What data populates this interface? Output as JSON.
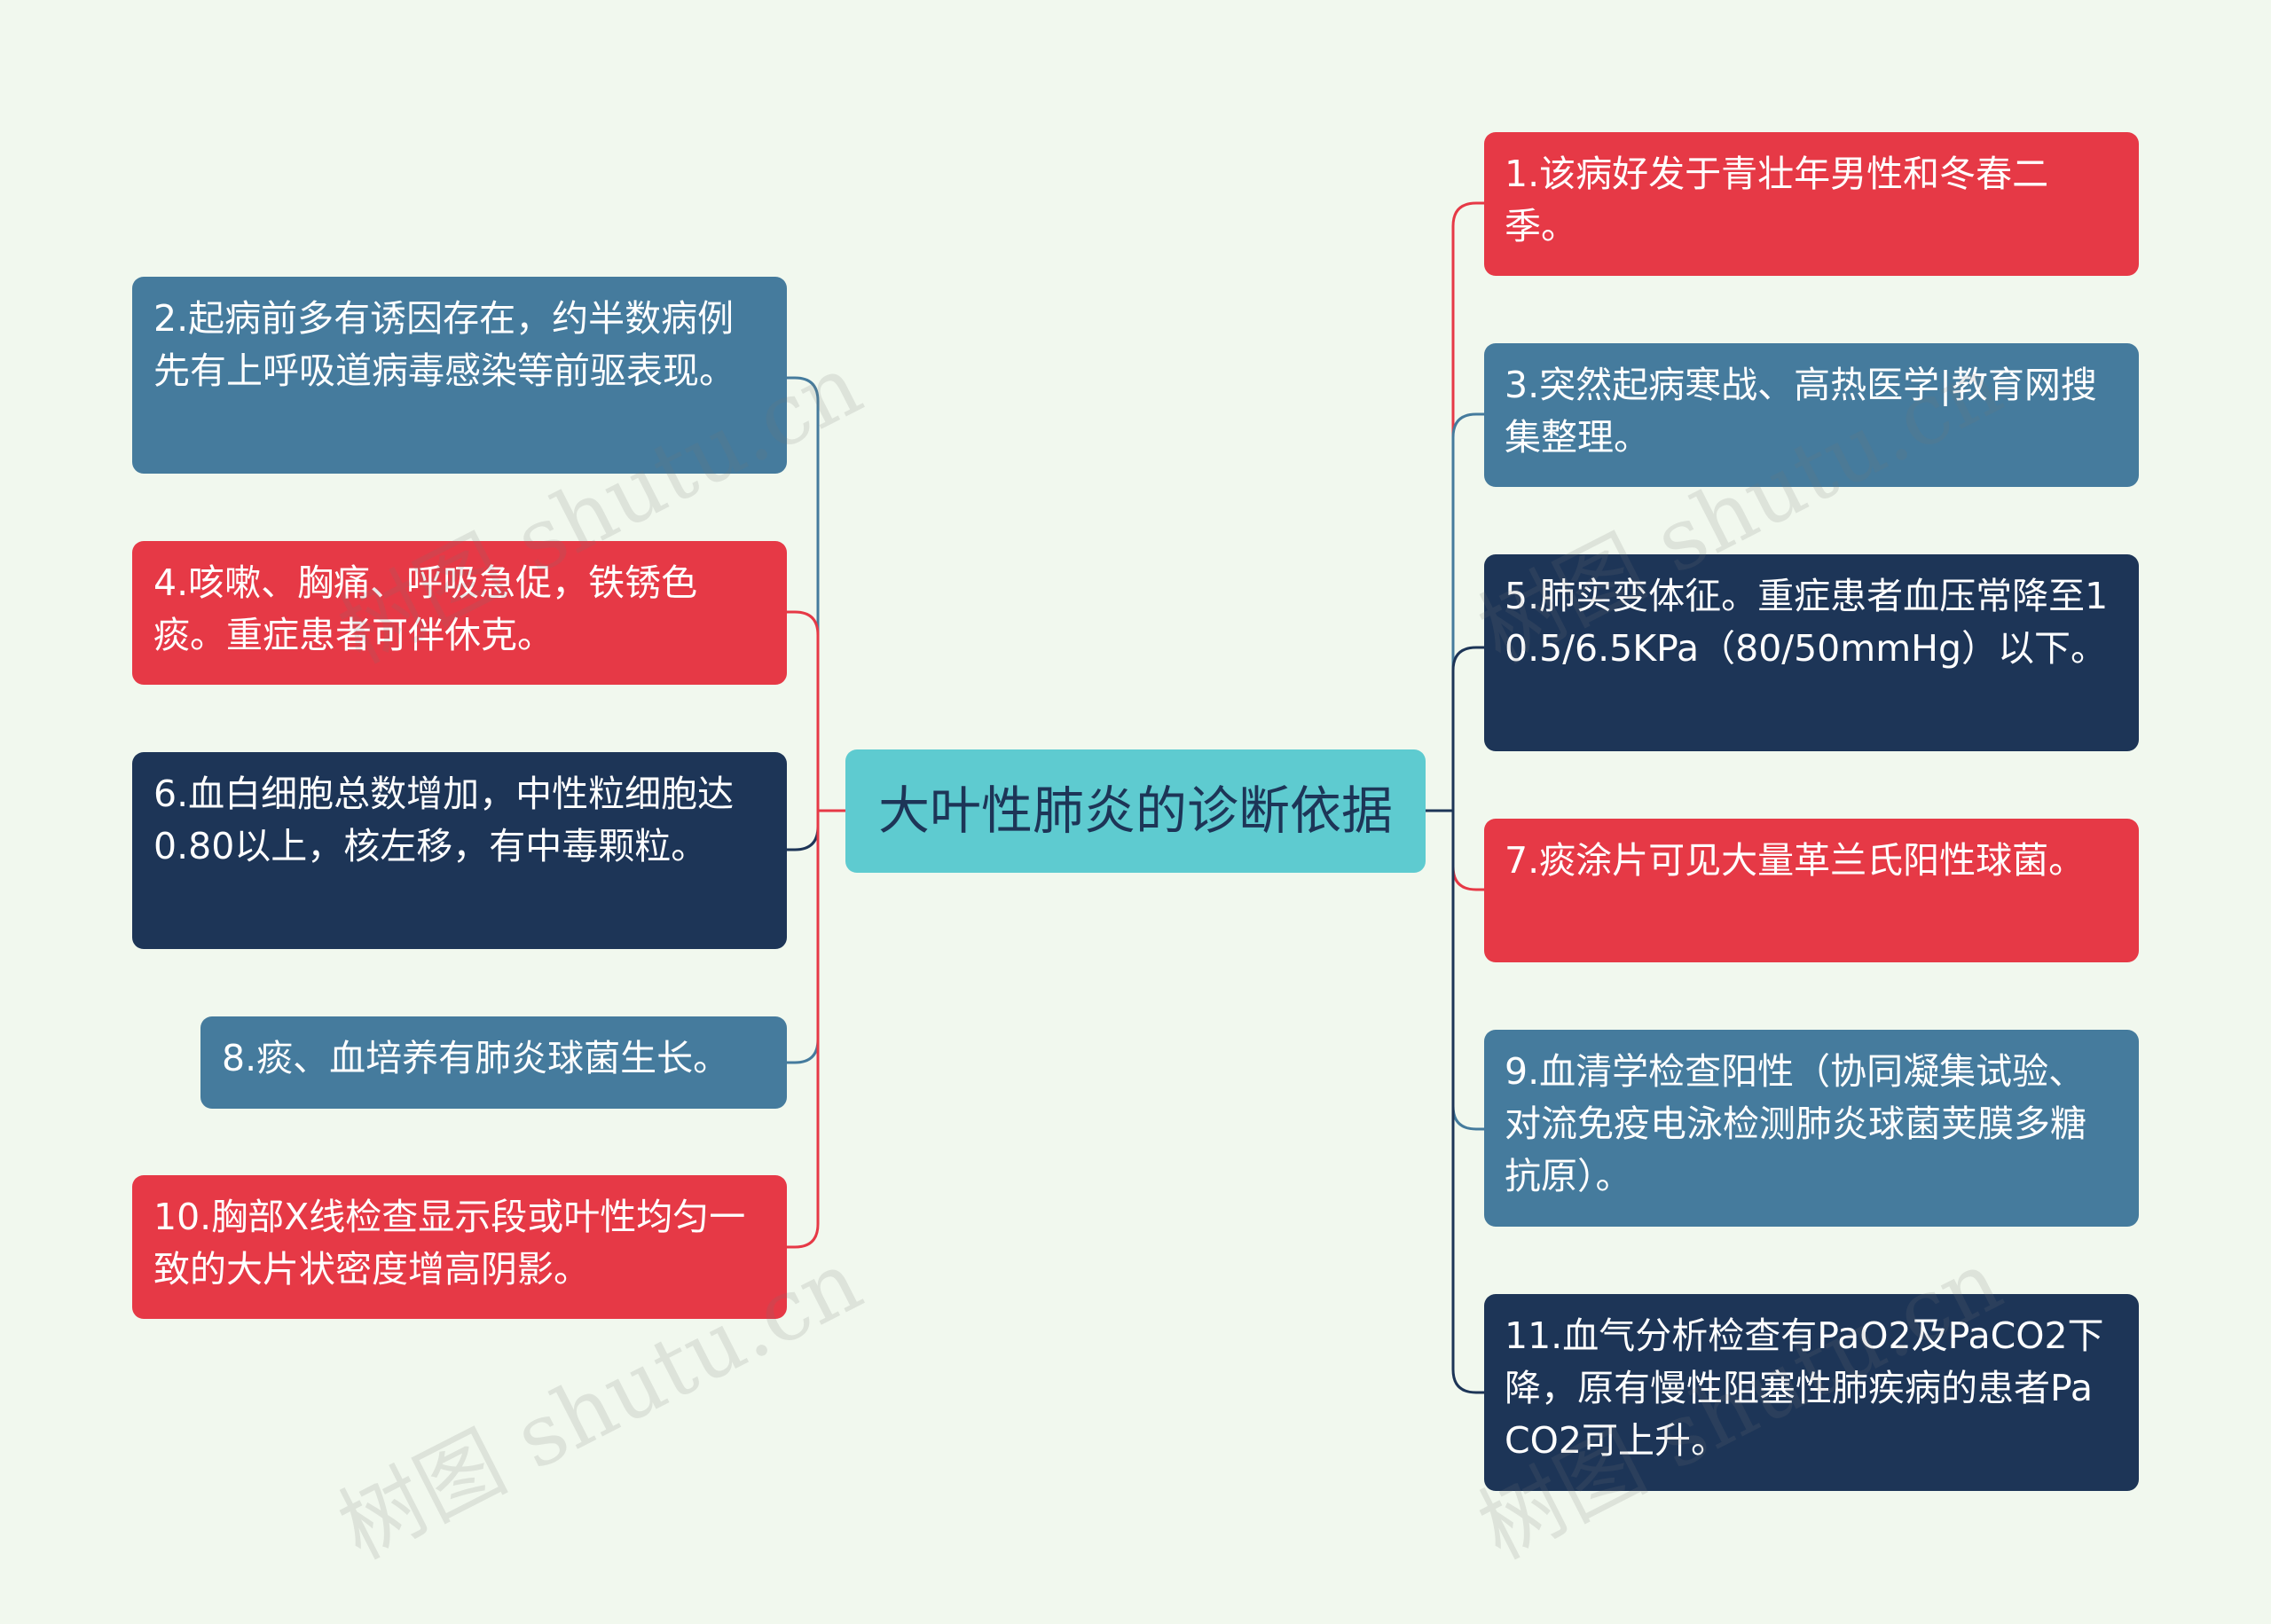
{
  "colors": {
    "background": "#f1f8ee",
    "root": "#5ecbd0",
    "root_text": "#1d3557",
    "red": "#e63946",
    "blue": "#457b9d",
    "navy": "#1d3557"
  },
  "root": {
    "label": "大叶性肺炎的诊断依据"
  },
  "left_nodes": [
    {
      "label": "2.起病前多有诱因存在，约半数病例先有上呼吸道病毒感染等前驱表现。",
      "color": "blue"
    },
    {
      "label": "4.咳嗽、胸痛、呼吸急促，铁锈色痰。重症患者可伴休克。",
      "color": "red"
    },
    {
      "label": "6.血白细胞总数增加，中性粒细胞达0.80以上，核左移，有中毒颗粒。",
      "color": "navy"
    },
    {
      "label": "8.痰、血培养有肺炎球菌生长。",
      "color": "blue"
    },
    {
      "label": "10.胸部X线检查显示段或叶性均匀一致的大片状密度增高阴影。",
      "color": "red"
    }
  ],
  "right_nodes": [
    {
      "label": "1.该病好发于青壮年男性和冬春二季。",
      "color": "red"
    },
    {
      "label": "3.突然起病寒战、高热医学|教育网搜集整理。",
      "color": "blue"
    },
    {
      "label": "5.肺实变体征。重症患者血压常降至10.5/6.5KPa（80/50mmHg）以下。",
      "color": "navy"
    },
    {
      "label": "7.痰涂片可见大量革兰氏阳性球菌。",
      "color": "red"
    },
    {
      "label": "9.血清学检查阳性（协同凝集试验、对流免疫电泳检测肺炎球菌荚膜多糖抗原）。",
      "color": "blue"
    },
    {
      "label": "11.血气分析检查有PaO2及PaCO2下降，原有慢性阻塞性肺疾病的患者PaCO2可上升。",
      "color": "navy"
    }
  ],
  "watermark": "树图 shutu.cn"
}
